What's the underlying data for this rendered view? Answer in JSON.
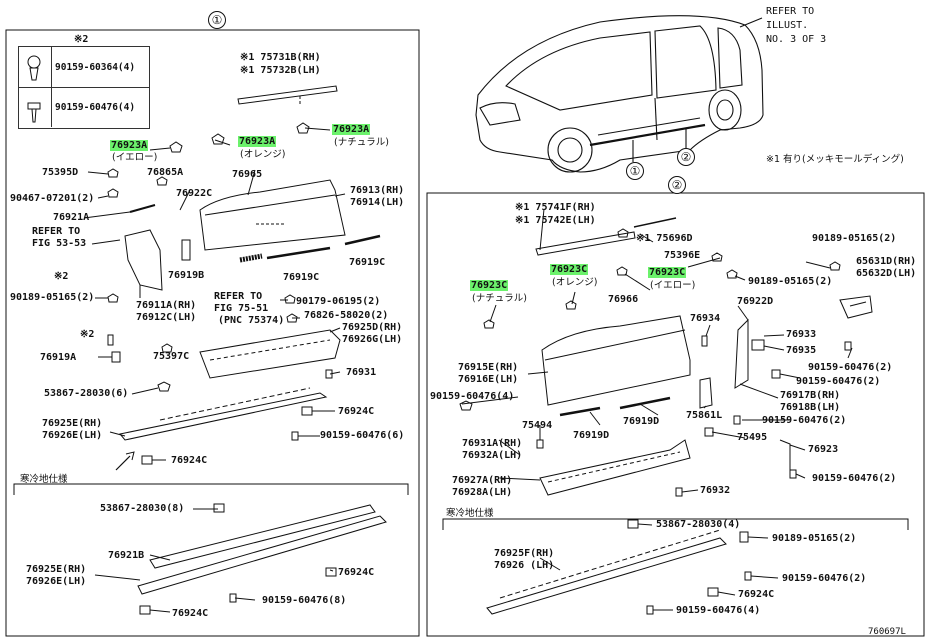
{
  "callouts": {
    "one": "①",
    "two": "②"
  },
  "refer_illust": [
    "REFER TO",
    "ILLUST.",
    "NO. 3 OF 3"
  ],
  "note_x1": "※1 有り(メッキモールディング)",
  "fig_code": "760697L",
  "fastener_table": {
    "mark": "※2",
    "rows": [
      "90159-60364(4)",
      "90159-60476(4)"
    ]
  },
  "left": {
    "p_175731b": "※1 75731B(RH)",
    "p_175732b": "※1 75732B(LH)",
    "p_76923a_1": "76923A",
    "p_76923a_1_note": "(イエロー)",
    "p_76923a_2": "76923A",
    "p_76923a_2_note": "(オレンジ)",
    "p_76923a_3": "76923A",
    "p_76923a_3_note": "(ナチュラル)",
    "p_75395d": "75395D",
    "p_76865a": "76865A",
    "p_90467": "90467-07201(2)",
    "p_76922c": "76922C",
    "p_76965": "76965",
    "p_76913": "76913(RH)",
    "p_76914": "76914(LH)",
    "p_76921a": "76921A",
    "refer_fig1": "REFER TO",
    "refer_fig1b": "FIG 53-53",
    "mark_x2a": "※2",
    "p_76919b": "76919B",
    "p_76919c1": "76919C",
    "p_76919c2": "76919C",
    "p_90189": "90189-05165(2)",
    "p_76911a": "76911A(RH)",
    "p_76912c": "76912C(LH)",
    "refer_fig2": "REFER TO",
    "refer_fig2b": "FIG 75-51",
    "refer_fig2c": "(PNC 75374)",
    "p_90179": "90179-06195(2)",
    "p_76826": "76826-58020(2)",
    "p_76925d": "76925D(RH)",
    "p_76926g": "76926G(LH)",
    "mark_x2b": "※2",
    "p_76919a": "76919A",
    "p_75397c": "75397C",
    "p_76931": "76931",
    "p_53867_6": "53867-28030(6)",
    "p_76924c_1": "76924C",
    "p_76925e": "76925E(RH)",
    "p_76926e": "76926E(LH)",
    "p_90159_6": "90159-60476(6)",
    "p_76924c_2": "76924C",
    "cold_spec": "寒冷地仕様",
    "p_53867_8": "53867-28030(8)",
    "p_76921b": "76921B",
    "p_76925e_b": "76925E(RH)",
    "p_76926e_b": "76926E(LH)",
    "p_76924c_3": "76924C",
    "p_90159_8": "90159-60476(8)",
    "p_76924c_4": "76924C"
  },
  "right": {
    "p_175741f": "※1 75741F(RH)",
    "p_175742e": "※1 75742E(LH)",
    "p_175696d": "※1 75696D",
    "p_75396e": "75396E",
    "p_90189_a": "90189-05165(2)",
    "p_65631d": "65631D(RH)",
    "p_65632d": "65632D(LH)",
    "p_76923c_1": "76923C",
    "p_76923c_1_note": "(ナチュラル)",
    "p_76923c_2": "76923C",
    "p_76923c_2_note": "(オレンジ)",
    "p_76923c_3": "76923C",
    "p_76923c_3_note": "(イエロー)",
    "p_90189_b": "90189-05165(2)",
    "p_76966": "76966",
    "p_76922d": "76922D",
    "p_76934": "76934",
    "p_76933": "76933",
    "p_76935": "76935",
    "p_90159_a": "90159-60476(2)",
    "p_90159_b": "90159-60476(2)",
    "p_76915e": "76915E(RH)",
    "p_76916e": "76916E(LH)",
    "p_76917b": "76917B(RH)",
    "p_76918b": "76918B(LH)",
    "p_90159_4": "90159-60476(4)",
    "p_75861l": "75861L",
    "p_90159_c": "90159-60476(2)",
    "p_75494": "75494",
    "p_76919d_1": "76919D",
    "p_76919d_2": "76919D",
    "p_75495": "75495",
    "p_76931a": "76931A(RH)",
    "p_76932a": "76932A(LH)",
    "p_76923": "76923",
    "p_76927a": "76927A(RH)",
    "p_76928a": "76928A(LH)",
    "p_76932": "76932",
    "p_90159_d": "90159-60476(2)",
    "cold_spec": "寒冷地仕様",
    "p_53867_4": "53867-28030(4)",
    "p_90189_c": "90189-05165(2)",
    "p_76925f": "76925F(RH)",
    "p_76926": "76926 (LH)",
    "p_90159_e": "90159-60476(2)",
    "p_76924c": "76924C",
    "p_90159_f": "90159-60476(4)"
  }
}
